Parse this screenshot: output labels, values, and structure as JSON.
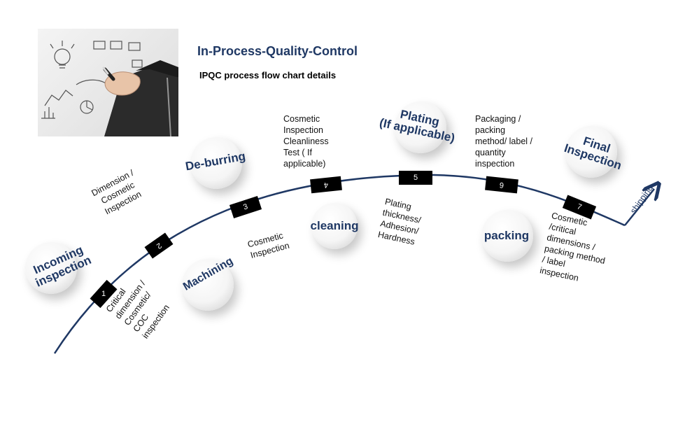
{
  "title": "In-Process-Quality-Control",
  "subtitle": "IPQC process flow chart details",
  "steps": [
    {
      "label": "Incoming\ninspection"
    },
    {
      "label": "Machining"
    },
    {
      "label": "De-burring"
    },
    {
      "label": "cleaning"
    },
    {
      "label": "Plating\n(If applicable)"
    },
    {
      "label": "packing"
    },
    {
      "label": "Final\nInspection"
    }
  ],
  "markers": [
    "1",
    "2",
    "3",
    "4",
    "5",
    "6",
    "7"
  ],
  "notes": [
    "Critical\ndimension /\nCosmetic/\nCOC\ninspection",
    "Dimension /\nCosmetic\nInspection",
    "Cosmetic\nInspection",
    "Cosmetic\nInspection\nCleanliness\nTest ( If\napplicable)",
    "Plating\nthickness/\nAdhesion/\nHardness",
    "Packaging /\npacking\nmethod/ label /\nquantity\ninspection",
    "Cosmetic\n/critical\ndimensions /\npacking method\n/ label\ninspection"
  ],
  "end_label": "shipping",
  "colors": {
    "accent": "#1f3864",
    "marker": "#000000",
    "text": "#111111"
  },
  "photo_icon": "hand-drawing-sketch-photo"
}
